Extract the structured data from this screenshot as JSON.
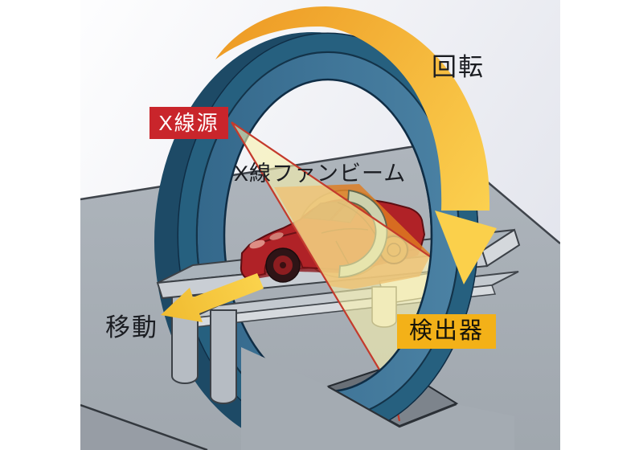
{
  "diagram": {
    "description": "Industrial X-ray CT scanning system for a car",
    "labels": {
      "rotation": "回転",
      "xray_source": "X線源",
      "fan_beam": "X線ファンビーム",
      "detector": "検出器",
      "movement": "移動"
    },
    "colors": {
      "gantry_ring": "#3f7596",
      "gantry_ring_dark": "#26607f",
      "rotation_arrow_start": "#ee9c26",
      "rotation_arrow_end": "#fcd452",
      "movement_arrow": "#f7ca3d",
      "source_label_bg": "#c9252b",
      "source_label_text": "#ffffff",
      "detector_label_bg": "#f3b118",
      "beam_fill": "#f8f1ad",
      "beam_edge": "#c43a2c",
      "car_body": "#b02227",
      "car_xray_section": "#df7c20",
      "scan_slice_ring": "#cdd1ad",
      "floor": "#a8afb6",
      "wall": "#e9eaf0",
      "table": "#aab3bb",
      "pit": "#7d848c"
    }
  }
}
